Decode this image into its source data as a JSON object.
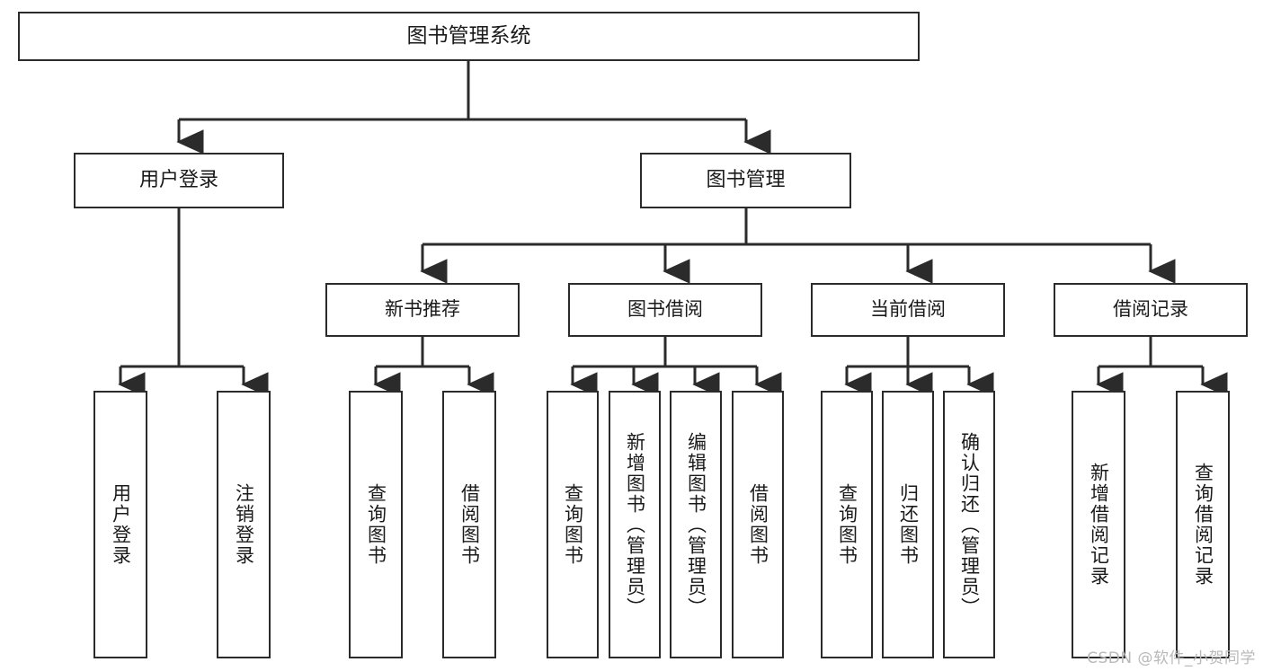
{
  "diagram": {
    "title": "图书管理系统",
    "type": "tree-hierarchy-diagram",
    "root": {
      "id": "root",
      "label": "图书管理系统"
    },
    "level2": [
      {
        "id": "user-login",
        "label": "用户登录"
      },
      {
        "id": "book-management",
        "label": "图书管理"
      }
    ],
    "level3": [
      {
        "id": "new-book-recommend",
        "label": "新书推荐",
        "parent": "book-management"
      },
      {
        "id": "book-borrow",
        "label": "图书借阅",
        "parent": "book-management"
      },
      {
        "id": "current-borrow",
        "label": "当前借阅",
        "parent": "book-management"
      },
      {
        "id": "borrow-record",
        "label": "借阅记录",
        "parent": "book-management"
      }
    ],
    "leaves": [
      {
        "id": "leaf-user-login",
        "label": "用户登录",
        "parent": "user-login"
      },
      {
        "id": "leaf-logout",
        "label": "注销登录",
        "parent": "user-login"
      },
      {
        "id": "leaf-query-book-1",
        "label": "查询图书",
        "parent": "new-book-recommend"
      },
      {
        "id": "leaf-borrow-book-1",
        "label": "借阅图书",
        "parent": "new-book-recommend"
      },
      {
        "id": "leaf-query-book-2",
        "label": "查询图书",
        "parent": "book-borrow"
      },
      {
        "id": "leaf-add-book",
        "label": "新增图书（管理员）",
        "parent": "book-borrow"
      },
      {
        "id": "leaf-edit-book",
        "label": "编辑图书（管理员）",
        "parent": "book-borrow"
      },
      {
        "id": "leaf-borrow-book-2",
        "label": "借阅图书",
        "parent": "book-borrow"
      },
      {
        "id": "leaf-query-book-3",
        "label": "查询图书",
        "parent": "current-borrow"
      },
      {
        "id": "leaf-return-book",
        "label": "归还图书",
        "parent": "current-borrow"
      },
      {
        "id": "leaf-confirm-return",
        "label": "确认归还（管理员）",
        "parent": "current-borrow"
      },
      {
        "id": "leaf-add-record",
        "label": "新增借阅记录",
        "parent": "borrow-record"
      },
      {
        "id": "leaf-query-record",
        "label": "查询借阅记录",
        "parent": "borrow-record"
      }
    ],
    "colors": {
      "box_border": "#2b2b2b",
      "box_fill": "#ffffff",
      "connector": "#2b2b2b",
      "text": "#1a1a1a",
      "watermark": "#b9b9b9"
    }
  },
  "watermark": {
    "text": "CSDN @软件_小贺同学"
  }
}
